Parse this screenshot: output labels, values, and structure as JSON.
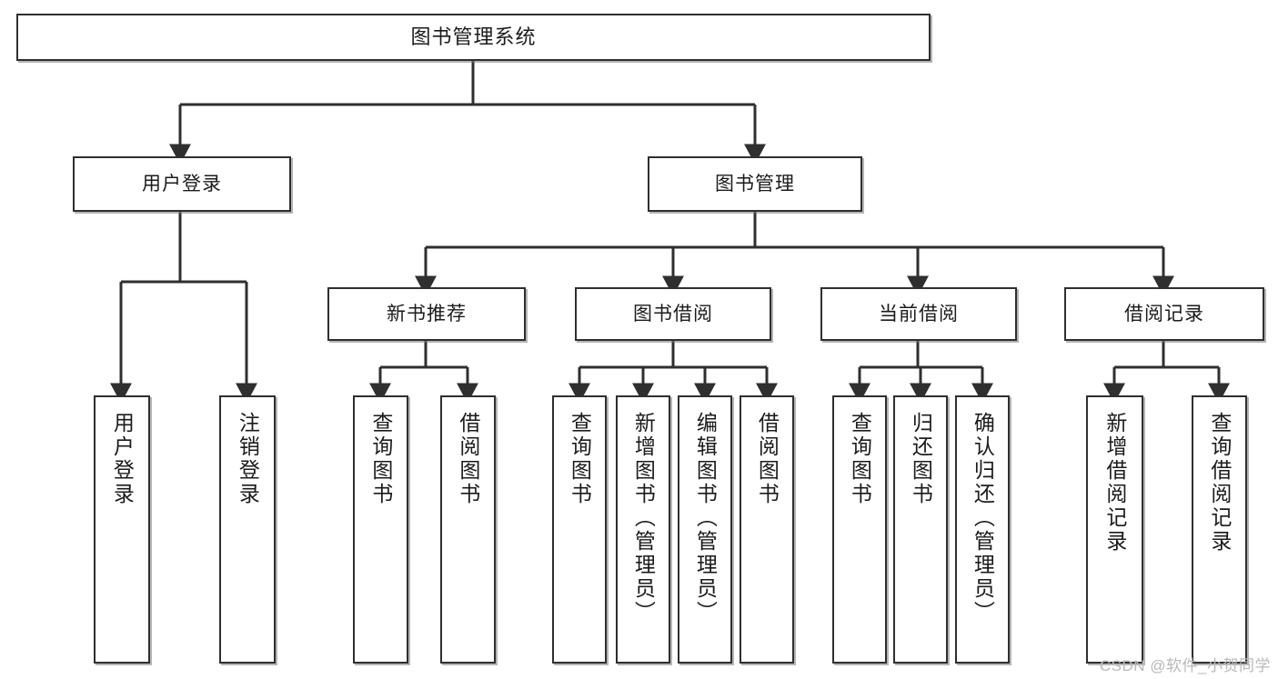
{
  "diagram": {
    "title": "图书管理系统",
    "type": "hierarchy-tree",
    "root": {
      "label": "图书管理系统"
    },
    "level2": [
      {
        "label": "用户登录"
      },
      {
        "label": "图书管理"
      }
    ],
    "level3": [
      {
        "label": "新书推荐"
      },
      {
        "label": "图书借阅"
      },
      {
        "label": "当前借阅"
      },
      {
        "label": "借阅记录"
      }
    ],
    "leaves": {
      "user_login": [
        {
          "label": "用户登录"
        },
        {
          "label": "注销登录"
        }
      ],
      "new_book_recommend": [
        {
          "label": "查询图书"
        },
        {
          "label": "借阅图书"
        }
      ],
      "book_borrow": [
        {
          "label": "查询图书"
        },
        {
          "label": "新增图书（管理员）"
        },
        {
          "label": "编辑图书（管理员）"
        },
        {
          "label": "借阅图书"
        }
      ],
      "current_borrow": [
        {
          "label": "查询图书"
        },
        {
          "label": "归还图书"
        },
        {
          "label": "确认归还（管理员）"
        }
      ],
      "borrow_record": [
        {
          "label": "新增借阅记录"
        },
        {
          "label": "查询借阅记录"
        }
      ]
    }
  },
  "watermark": {
    "text": "CSDN @软件_小贺同学"
  },
  "colors": {
    "box_border": "#2f2f2f",
    "box_fill": "#ffffff",
    "line": "#2f2f2f",
    "text": "#1b1b1b",
    "watermark": "#b9b9b9"
  }
}
